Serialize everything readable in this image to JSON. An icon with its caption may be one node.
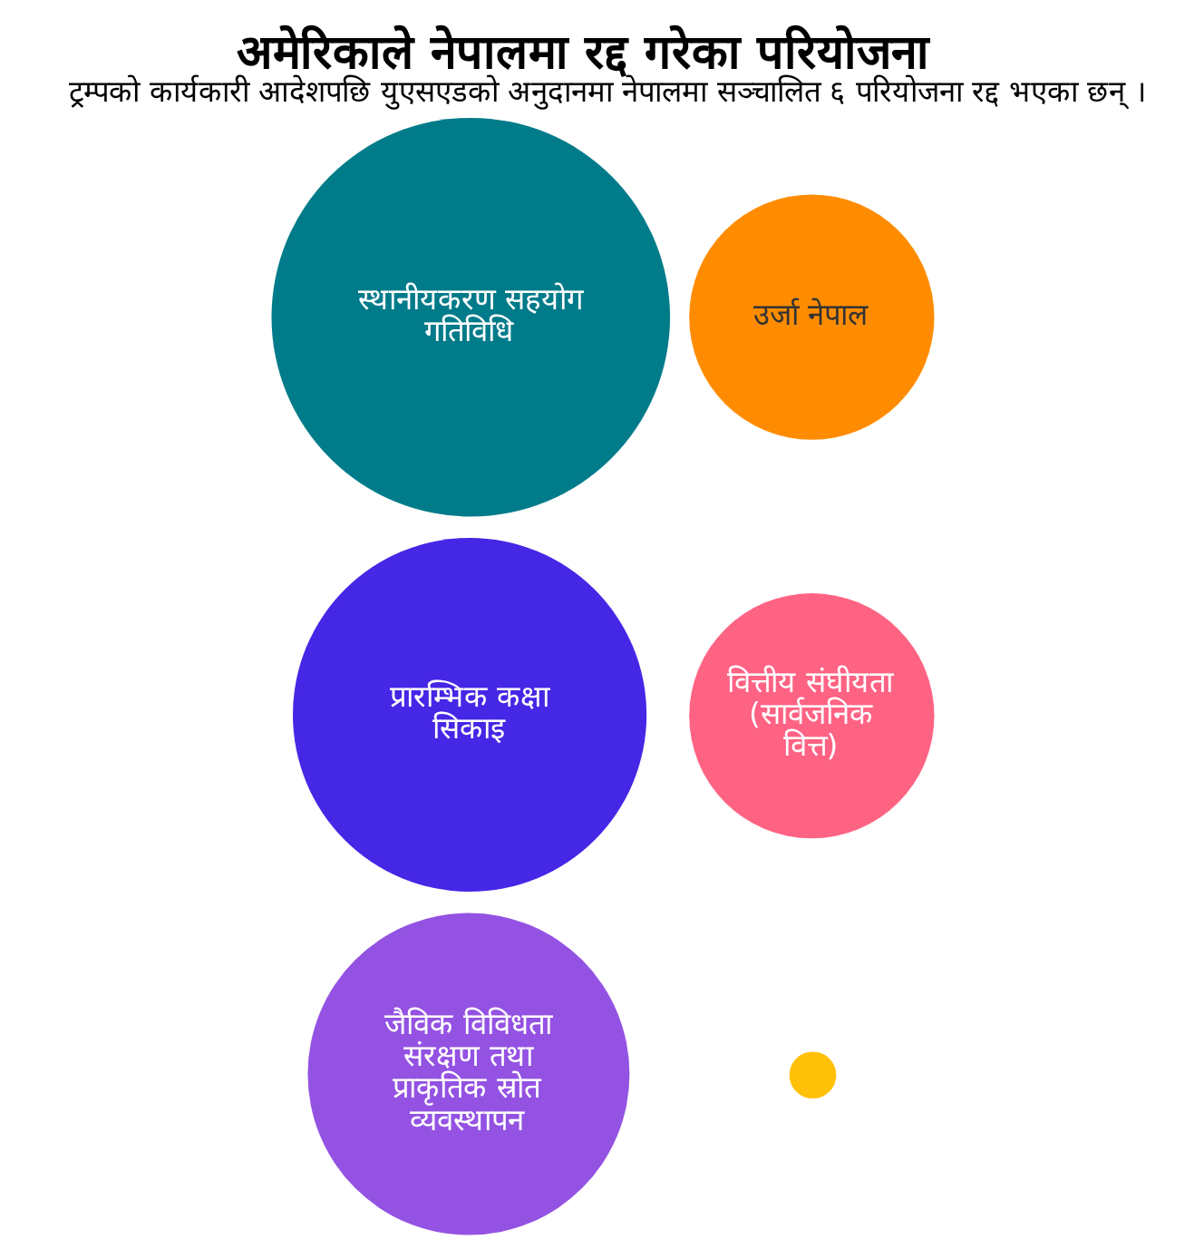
{
  "diagram": {
    "title": "अमेरिकाले नेपालमा रद्द गरेका परियोजना",
    "caption": "ट्रम्पको कार्यकारी आदेशपछि युएसएडको अनुदानमा नेपालमा सञ्चालित ६ परियोजना रद्द भएका छन् ।",
    "nodes": [
      {
        "text": [
          "उर्जा नेपाल"
        ]
      },
      {
        "text": [
          "वित्तीय संघीयता (सार्वजनिक वित्त)"
        ]
      },
      {
        "text": [
          "स्थानीयकरण सहयोग गतिविधि"
        ]
      },
      {
        "text": [
          "प्रारम्भिक कक्षा सिकाइ"
        ]
      },
      {
        "text": [],
        "shape": "circle"
      },
      {
        "text": [
          "जैविक विविधता संरक्षण तथा प्राकृतिक स्रोत व्यवस्थापन"
        ]
      }
    ]
  }
}
